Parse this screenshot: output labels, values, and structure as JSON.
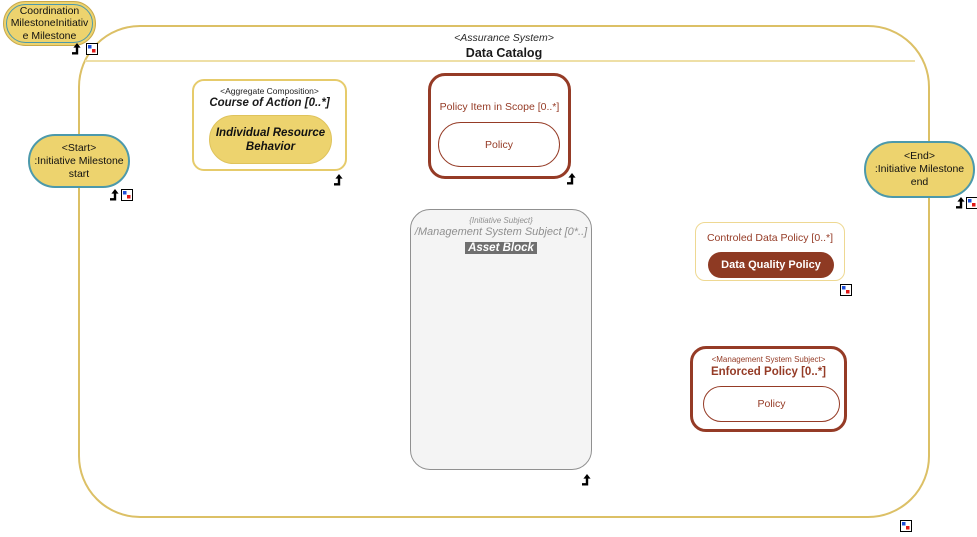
{
  "diagram": {
    "container": {
      "stereotype": "<Assurance System>",
      "name": "Data Catalog"
    },
    "coordination_milestone": {
      "line1": "Coordination",
      "line2": "MilestoneInitiativ",
      "line3": "e Milestone"
    },
    "course_of_action": {
      "stereotype": "<Aggregate Composition>",
      "name": "Course of Action [0..*]",
      "child": "Individual Resource Behavior"
    },
    "policy_item_in_scope": {
      "name": "Policy Item in Scope [0..*]",
      "child": "Policy"
    },
    "start_milestone": {
      "stereotype": "<Start>",
      "line1": ":Initiative Milestone",
      "line2": "start"
    },
    "end_milestone": {
      "stereotype": "<End>",
      "line1": ":Initiative Milestone",
      "line2": "end"
    },
    "asset_block": {
      "stereotype": "{Initiative Subject}",
      "name": "/Management System Subject [0*..]",
      "selected_label": "Asset Block"
    },
    "controlled_data_policy": {
      "name": "Controled Data Policy [0..*]",
      "child": "Data Quality Policy"
    },
    "enforced_policy": {
      "stereotype": "<Management System Subject>",
      "name": "Enforced Policy [0..*]",
      "child": "Policy"
    }
  },
  "colors": {
    "container_border": "#dcc066",
    "separator": "#eedfa6",
    "milestone_fill": "#edd36e",
    "milestone_border": "#4c99ab",
    "dark_red": "#953b26",
    "dark_red_fill": "#8e3a23",
    "gray_block_fill": "#f4f4f4",
    "gray_block_border": "#909090",
    "selection_gray": "#6f6f6f"
  },
  "icons": {
    "up_arrow": "navigate-up-arrow",
    "badge": "element-marker-badge"
  }
}
